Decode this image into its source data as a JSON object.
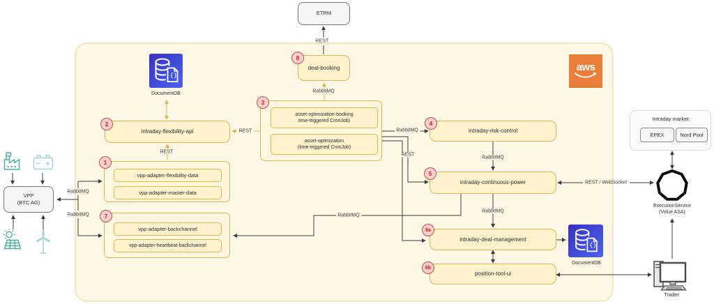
{
  "colors": {
    "region_fill": "#FDF8E5",
    "region_border": "#F2E7BF",
    "node_fill": "#FFF2CC",
    "node_border": "#D6B656",
    "group_fill": "#FFF7DD",
    "gold_line": "#D6B656",
    "black_line": "#3D3D3D",
    "badge_fill": "#F8CECC",
    "badge_border": "#B85450",
    "badge_text": "#BF1D1D",
    "aws_orange": "#E97E38",
    "docdb_blue_start": "#3730C4",
    "docdb_blue_end": "#4B63EE",
    "teal_dark": "#4FAE9E",
    "teal_light": "#9FD5CC",
    "gray_fill": "#F5F5F5",
    "gray_border": "#737373"
  },
  "aws": {
    "logo_text": "aws"
  },
  "nodes": {
    "etrm": "ETRM",
    "deal_booking": "deal-booking",
    "intraday_flexibility_api": "intraday-flexibility-api",
    "intraday_risk_control": "intraday-risk-control",
    "intraday_continuous_power": "intraday-continuous-power",
    "intraday_deal_management": "intraday-deal-management",
    "position_tool_ui": "position-tool-ui",
    "documentdb_top": "DocumentDB",
    "documentdb_right": "DocumentDB",
    "docdb_glyph": "{}",
    "vpp_line1": "VPP",
    "vpp_line2": "(BTC AG)",
    "execution_service_line1": "ExecutionService",
    "execution_service_line2": "(Volue ASA)",
    "trader": "Trader"
  },
  "market": {
    "title": "Intraday market",
    "epex": "EPEX",
    "nord_pool": "Nord Pool"
  },
  "groups": {
    "group1": {
      "badge": "1",
      "item1": "vpp-adapter-flexibility-data",
      "item2": "vpp-adapter-master-data"
    },
    "group3": {
      "badge": "3",
      "item1_line1": "asset-optimization-booking",
      "item1_line2": "time-triggered CronJob)",
      "item2_line1": "asset-optimization",
      "item2_line2": "(time-triggered CronJob)"
    },
    "group7": {
      "badge": "7",
      "item1": "vpp-adapter-backchannel",
      "item2": "vpp-adapter-heartbeat-backchannel"
    }
  },
  "badges": {
    "flexibility_api": "2",
    "deal_booking": "8",
    "risk_control": "4",
    "continuous_power": "5",
    "deal_management": "6a",
    "position_tool": "6b"
  },
  "edge_labels": {
    "rest_etrm": "REST",
    "rabbitmq_deal_booking": "RabbitMQ",
    "rest_flex_right": "REST",
    "rest_flex_bottom": "REST",
    "rabbitmq_risk": "RabbitMQ",
    "rest_power": "REST",
    "rabbitmq_power": "RabbitMQ",
    "rabbitmq_deal_mgmt": "RabbitMQ",
    "rabbitmq_backchannel": "RabbitMQ",
    "rest_websocket": "REST / WebSocket",
    "rabbitmq_vpp_top": "RabbitMQ",
    "rabbitmq_vpp_bottom": "RabbitMQ"
  }
}
